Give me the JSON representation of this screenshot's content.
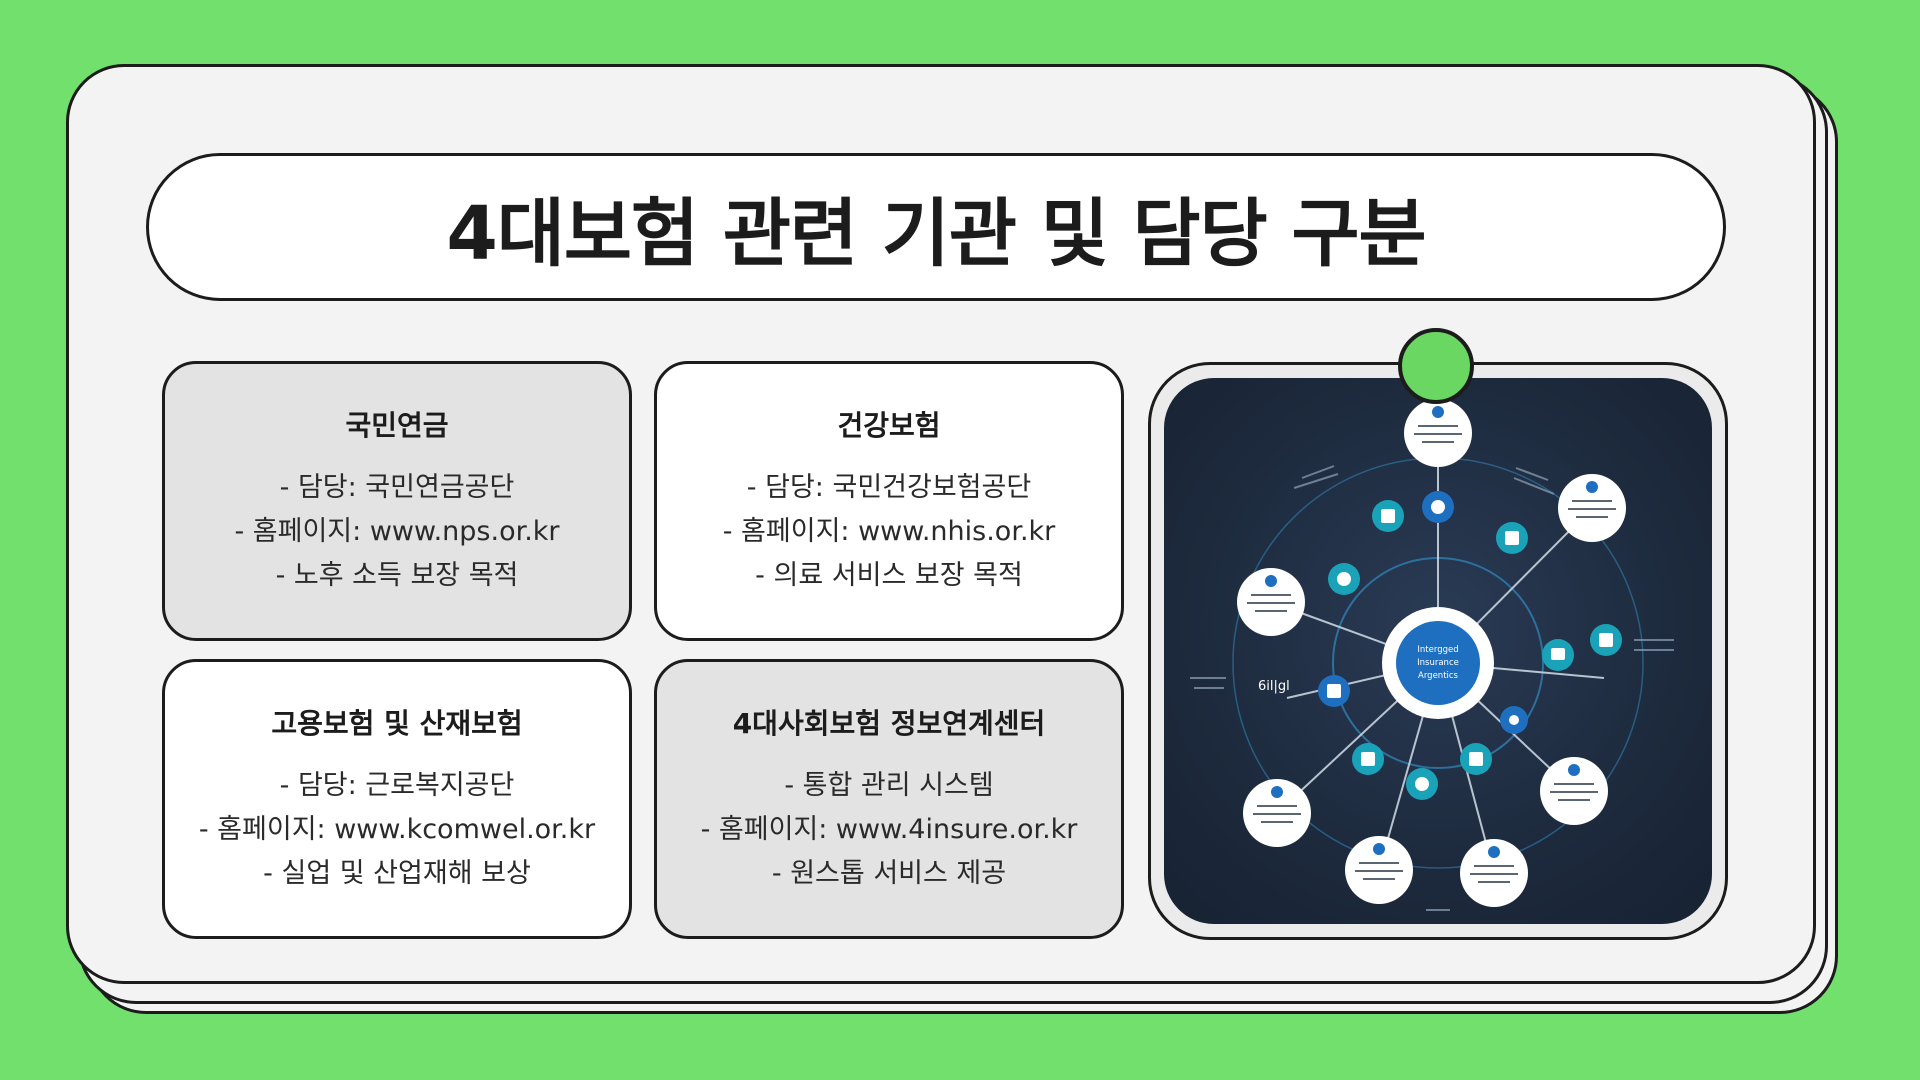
{
  "title": "4대보험 관련 기관 및 담당 구분",
  "cards": [
    {
      "heading": "국민연금",
      "line1": "- 담당: 국민연금공단",
      "line2": "- 홈페이지: www.nps.or.kr",
      "line3": "- 노후 소득 보장 목적"
    },
    {
      "heading": "건강보험",
      "line1": "- 담당: 국민건강보험공단",
      "line2": "- 홈페이지: www.nhis.or.kr",
      "line3": "- 의료 서비스 보장 목적"
    },
    {
      "heading": "고용보험 및 산재보험",
      "line1": "- 담당: 근로복지공단",
      "line2": "- 홈페이지: www.kcomwel.or.kr",
      "line3": "- 실업 및 산업재해 보상"
    },
    {
      "heading": "4대사회보험 정보연계센터",
      "line1": "- 통합 관리 시스템",
      "line2": "- 홈페이지: www.4insure.or.kr",
      "line3": "- 원스톱 서비스 제공"
    }
  ],
  "diagram": {
    "center_label_1": "Intergged",
    "center_label_2": "Insurance",
    "center_label_3": "Argentics",
    "side_text": "6il|gl",
    "colors": {
      "node_blue": "#1e6fc0",
      "node_teal": "#1aa3b8",
      "ring": "#2e7fb0"
    }
  }
}
